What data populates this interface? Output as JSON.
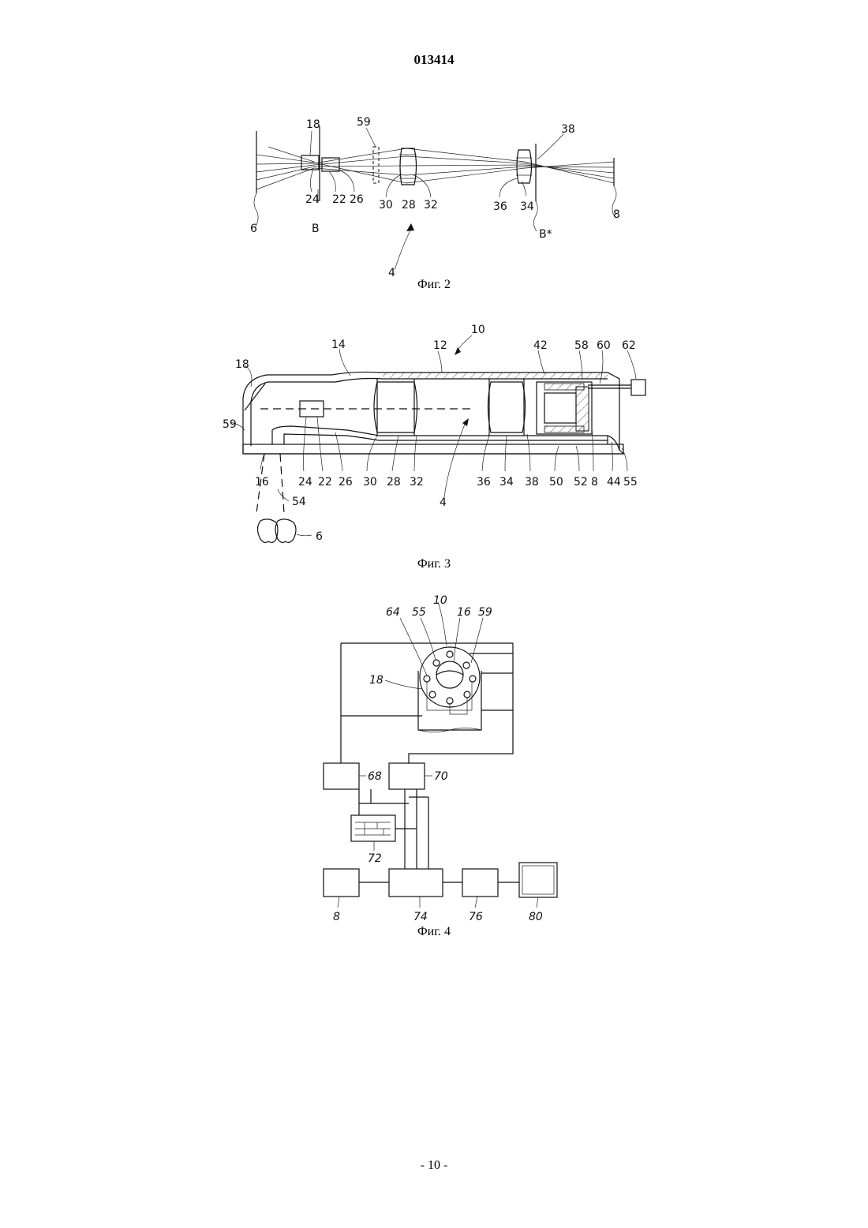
{
  "header": {
    "doc_number": "013414"
  },
  "figure2": {
    "caption": "Фиг. 2",
    "labels": {
      "l18": "18",
      "l59": "59",
      "l38": "38",
      "l24": "24",
      "lB": "B",
      "l22": "22",
      "l26": "26",
      "l30": "30",
      "l28": "28",
      "l32": "32",
      "l36": "36",
      "l34": "34",
      "lBstar": "B*",
      "l6": "6",
      "l8": "8",
      "l4": "4"
    }
  },
  "figure3": {
    "caption": "Фиг. 3",
    "labels": {
      "l10": "10",
      "l14": "14",
      "l12": "12",
      "l42": "42",
      "l58": "58",
      "l60": "60",
      "l62": "62",
      "l18": "18",
      "l59": "59",
      "l16": "16",
      "l24": "24",
      "l22": "22",
      "l26": "26",
      "l30": "30",
      "l28": "28",
      "l32": "32",
      "l4": "4",
      "l36": "36",
      "l34": "34",
      "l38": "38",
      "l50": "50",
      "l52": "52",
      "l8": "8",
      "l44": "44",
      "l55": "55",
      "l54": "54",
      "l6": "6"
    }
  },
  "figure4": {
    "caption": "Фиг. 4",
    "labels": {
      "l10": "10",
      "l64": "64",
      "l55": "55",
      "l16": "16",
      "l59": "59",
      "l18": "18",
      "l68": "68",
      "l70": "70",
      "l72": "72",
      "l8": "8",
      "l74": "74",
      "l76": "76",
      "l80": "80"
    }
  },
  "footer": {
    "page_number": "- 10 -"
  }
}
